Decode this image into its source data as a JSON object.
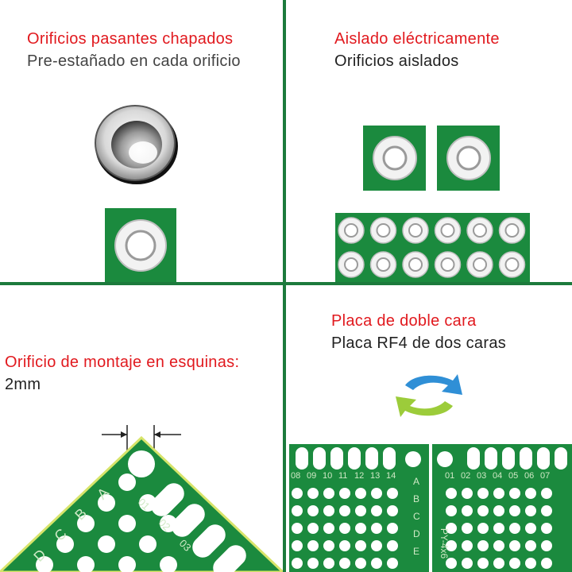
{
  "panels": {
    "plated": {
      "title": "Orificios pasantes chapados",
      "subtitle": "Pre-estañado en cada orificio"
    },
    "isolated": {
      "title": "Aislado eléctricamente",
      "subtitle": "Orificios aislados"
    },
    "mounting": {
      "title": "Orificio de montaje en esquinas:",
      "subtitle": "2mm"
    },
    "double": {
      "title": "Placa de doble cara",
      "subtitle": "Placa RF4 de dos caras",
      "left_board": {
        "col_labels": [
          "08",
          "09",
          "10",
          "11",
          "12",
          "13",
          "14"
        ],
        "row_labels": [
          "A",
          "B",
          "C",
          "D",
          "E"
        ]
      },
      "right_board": {
        "col_labels": [
          "01",
          "02",
          "03",
          "04",
          "05",
          "06",
          "07"
        ],
        "text": "PY-4x6"
      }
    },
    "corner_board": {
      "row_labels": [
        "A",
        "B",
        "C",
        "D"
      ],
      "col_labels": [
        "01",
        "02",
        "03"
      ]
    }
  },
  "colors": {
    "pcb_green": "#1b8a3e",
    "divider_green": "#1c7a3c",
    "title_red": "#e1191e",
    "arrow_blue": "#2f8fd6",
    "arrow_lime": "#9ccc3a"
  }
}
